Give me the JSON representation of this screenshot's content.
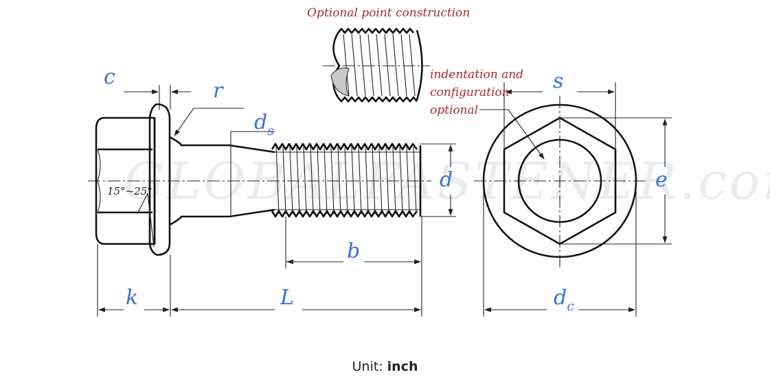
{
  "diagram": {
    "notes": {
      "optional_point": "Optional point construction",
      "indent_line1": "indentation and",
      "indent_line2": "configuration",
      "indent_line3": "optional"
    },
    "labels": {
      "c": "c",
      "r": "r",
      "ds_main": "d",
      "ds_sub": "s",
      "d": "d",
      "b": "b",
      "k": "k",
      "L": "L",
      "s": "s",
      "e": "e",
      "dc_main": "d",
      "dc_sub": "c",
      "angle": "15°~25°"
    },
    "watermark": "GLOBALFASTENER.com",
    "colors": {
      "dimension": "#3a6fd8",
      "note": "#a82a2a",
      "line": "#111111"
    }
  },
  "caption": {
    "prefix": "Unit: ",
    "unit": "inch"
  }
}
